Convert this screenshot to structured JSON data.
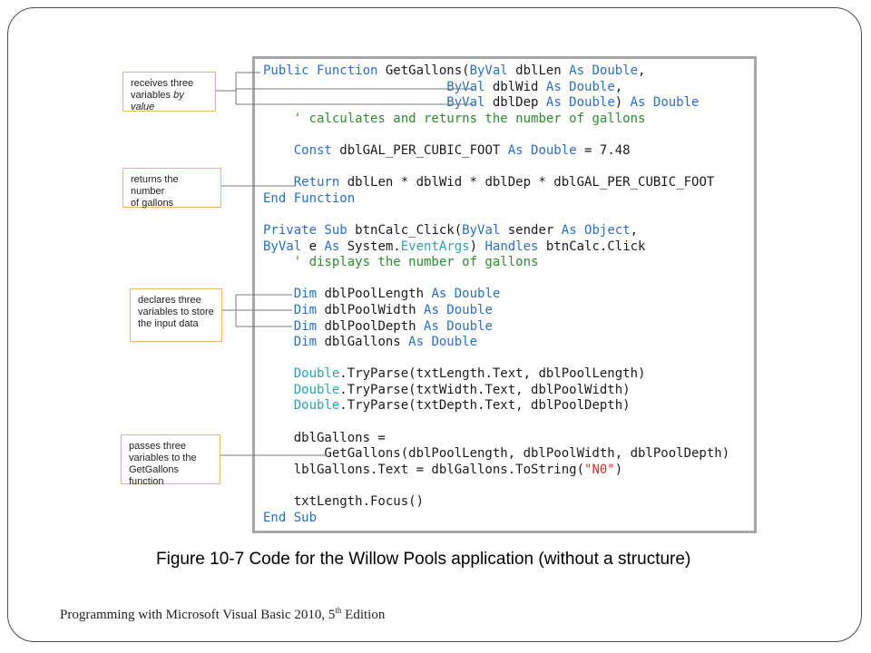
{
  "code_lines": [
    [
      [
        "Public Function ",
        "kw"
      ],
      [
        "GetGallons(",
        ""
      ],
      [
        "ByVal ",
        "kw"
      ],
      [
        "dblLen ",
        ""
      ],
      [
        "As Double",
        "kw"
      ],
      [
        ",",
        ""
      ]
    ],
    [
      [
        "                        ",
        ""
      ],
      [
        "ByVal ",
        "kw"
      ],
      [
        "dblWid ",
        ""
      ],
      [
        "As Double",
        "kw"
      ],
      [
        ",",
        ""
      ]
    ],
    [
      [
        "                        ",
        ""
      ],
      [
        "ByVal ",
        "kw"
      ],
      [
        "dblDep ",
        ""
      ],
      [
        "As Double",
        "kw"
      ],
      [
        ") ",
        ""
      ],
      [
        "As Double",
        "kw"
      ]
    ],
    [
      [
        "    ",
        ""
      ],
      [
        "' calculates and returns the number of gallons",
        "cm"
      ]
    ],
    [
      [
        "",
        ""
      ]
    ],
    [
      [
        "    ",
        ""
      ],
      [
        "Const ",
        "kw"
      ],
      [
        "dblGAL_PER_CUBIC_FOOT ",
        ""
      ],
      [
        "As Double ",
        "kw"
      ],
      [
        "= 7.48",
        ""
      ]
    ],
    [
      [
        "",
        ""
      ]
    ],
    [
      [
        "    ",
        ""
      ],
      [
        "Return ",
        "kw"
      ],
      [
        "dblLen * dblWid * dblDep * dblGAL_PER_CUBIC_FOOT",
        ""
      ]
    ],
    [
      [
        "End Function",
        "kw"
      ]
    ],
    [
      [
        "",
        ""
      ]
    ],
    [
      [
        "Private Sub ",
        "kw"
      ],
      [
        "btnCalc_Click(",
        ""
      ],
      [
        "ByVal ",
        "kw"
      ],
      [
        "sender ",
        ""
      ],
      [
        "As Object",
        "kw"
      ],
      [
        ",",
        ""
      ]
    ],
    [
      [
        "ByVal ",
        "kw"
      ],
      [
        "e ",
        ""
      ],
      [
        "As ",
        "kw"
      ],
      [
        "System.",
        ""
      ],
      [
        "EventArgs",
        "ty"
      ],
      [
        ") ",
        ""
      ],
      [
        "Handles ",
        "kw"
      ],
      [
        "btnCalc.Click",
        ""
      ]
    ],
    [
      [
        "    ",
        ""
      ],
      [
        "' displays the number of gallons",
        "cm"
      ]
    ],
    [
      [
        "",
        ""
      ]
    ],
    [
      [
        "    ",
        ""
      ],
      [
        "Dim ",
        "kw"
      ],
      [
        "dblPoolLength ",
        ""
      ],
      [
        "As Double",
        "kw"
      ]
    ],
    [
      [
        "    ",
        ""
      ],
      [
        "Dim ",
        "kw"
      ],
      [
        "dblPoolWidth ",
        ""
      ],
      [
        "As Double",
        "kw"
      ]
    ],
    [
      [
        "    ",
        ""
      ],
      [
        "Dim ",
        "kw"
      ],
      [
        "dblPoolDepth ",
        ""
      ],
      [
        "As Double",
        "kw"
      ]
    ],
    [
      [
        "    ",
        ""
      ],
      [
        "Dim ",
        "kw"
      ],
      [
        "dblGallons ",
        ""
      ],
      [
        "As Double",
        "kw"
      ]
    ],
    [
      [
        "",
        ""
      ]
    ],
    [
      [
        "    ",
        ""
      ],
      [
        "Double",
        "ty"
      ],
      [
        ".TryParse(txtLength.Text, dblPoolLength)",
        ""
      ]
    ],
    [
      [
        "    ",
        ""
      ],
      [
        "Double",
        "ty"
      ],
      [
        ".TryParse(txtWidth.Text, dblPoolWidth)",
        ""
      ]
    ],
    [
      [
        "    ",
        ""
      ],
      [
        "Double",
        "ty"
      ],
      [
        ".TryParse(txtDepth.Text, dblPoolDepth)",
        ""
      ]
    ],
    [
      [
        "",
        ""
      ]
    ],
    [
      [
        "    ",
        ""
      ],
      [
        "dblGallons =",
        ""
      ]
    ],
    [
      [
        "        GetGallons(dblPoolLength, dblPoolWidth, dblPoolDepth)",
        ""
      ]
    ],
    [
      [
        "    ",
        ""
      ],
      [
        "lblGallons.Text = dblGallons.ToString(",
        ""
      ],
      [
        "\"N0\"",
        "st"
      ],
      [
        ")",
        ""
      ]
    ],
    [
      [
        "",
        ""
      ]
    ],
    [
      [
        "    ",
        ""
      ],
      [
        "txtLength.Focus()",
        ""
      ]
    ],
    [
      [
        "End Sub",
        "kw"
      ]
    ]
  ],
  "callouts": {
    "receives": {
      "line1": "receives three",
      "line2_plain": "variables ",
      "line2_em": "by value"
    },
    "returns": {
      "line1": "returns the number",
      "line2": "of gallons"
    },
    "declares": {
      "line1": "declares three",
      "line2": "variables to store",
      "line3": "the input data"
    },
    "passes": {
      "line1": "passes three",
      "line2": "variables to the",
      "line3": "GetGallons function"
    }
  },
  "caption": "Figure 10-7 Code for the Willow Pools application (without a structure)",
  "footer": {
    "text": "Programming with Microsoft Visual Basic 2010, 5",
    "sup": "th",
    "after": " Edition"
  },
  "colors": {
    "keyword": "#2b6fbf",
    "comment": "#2e8b2e",
    "type": "#27a3b8",
    "string": "#c4302b",
    "callout_border": "#e8b86a",
    "leader_line": "#7a7a7a",
    "panel_border": "#a6a6a6"
  }
}
